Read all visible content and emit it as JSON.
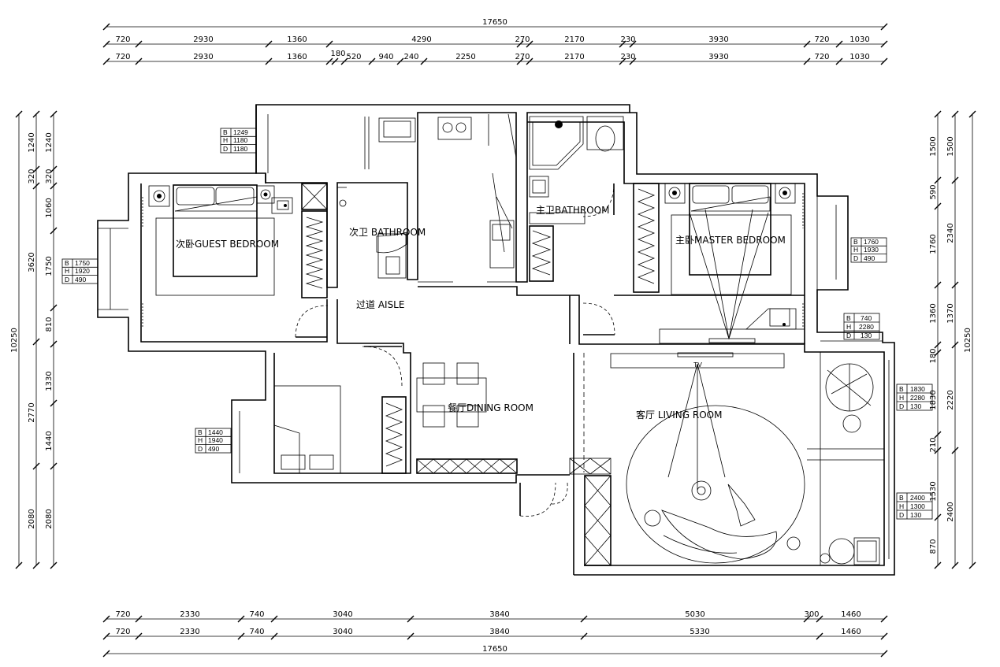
{
  "dimensions": {
    "top_total": "17650",
    "top_row1": [
      "720",
      "2930",
      "1360",
      "4290",
      "270",
      "2170",
      "230",
      "3930",
      "720",
      "1030"
    ],
    "top_row2": [
      "720",
      "2930",
      "1360",
      "180",
      "520",
      "940",
      "240",
      "2250",
      "270",
      "2170",
      "230",
      "3930",
      "720",
      "1030"
    ],
    "bottom_row1": [
      "720",
      "2330",
      "740",
      "3040",
      "3840",
      "5030",
      "300",
      "1460"
    ],
    "bottom_row2": [
      "720",
      "2330",
      "740",
      "3040",
      "3840",
      "5330",
      "1460"
    ],
    "bottom_total": "17650",
    "left_total": "10250",
    "left_col1": [
      "1240",
      "320",
      "3620",
      "2770",
      "2080"
    ],
    "left_col2": [
      "1240",
      "320",
      "1060",
      "1750",
      "810",
      "1330",
      "1440",
      "2080"
    ],
    "right_total": "10250",
    "right_col1": [
      "1500",
      "590",
      "1760",
      "1360",
      "180",
      "1830",
      "210",
      "1530",
      "870"
    ],
    "right_col2": [
      "1500",
      "2340",
      "1370",
      "2220",
      "2400"
    ]
  },
  "rooms": {
    "guest_bedroom": "次卧GUEST BEDROOM",
    "second_bathroom": "次卫 BATHROOM",
    "master_bathroom": "主卫BATHROOM",
    "master_bedroom": "主卧MASTER BEDROOM",
    "aisle": "过道 AISLE",
    "dining_room": "餐厅DINING ROOM",
    "living_room": "客厅 LIVING ROOM"
  },
  "window_specs": [
    {
      "B": "1249",
      "H": "1180",
      "D": "1180"
    },
    {
      "B": "1750",
      "H": "1920",
      "D": "490"
    },
    {
      "B": "1440",
      "H": "1940",
      "D": "490"
    },
    {
      "B": "1760",
      "H": "1930",
      "D": "490"
    },
    {
      "B": "740",
      "H": "2280",
      "D": "130"
    },
    {
      "B": "1830",
      "H": "2280",
      "D": "130"
    },
    {
      "B": "2400",
      "H": "1300",
      "D": "130"
    }
  ],
  "spec_labels": {
    "b": "B",
    "h": "H",
    "d": "D"
  },
  "tv_label": "TV"
}
